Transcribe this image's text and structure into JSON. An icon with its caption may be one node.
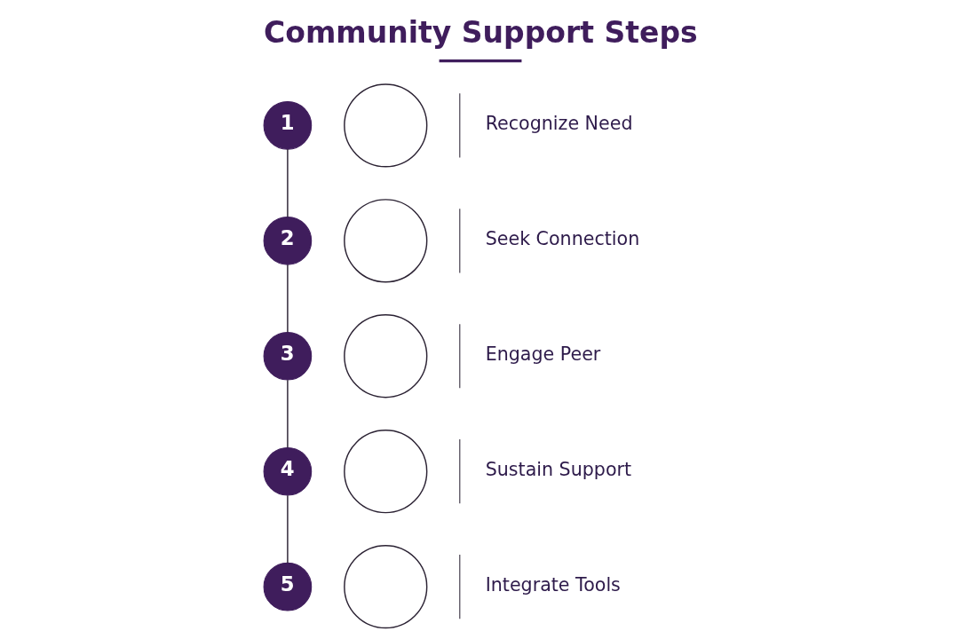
{
  "diagram": {
    "title": "Community Support Steps",
    "nodes": [
      {
        "text": [
          "1"
        ]
      },
      {
        "text": [],
        "shape": "circle",
        "beside": [
          "Recognize Need"
        ]
      },
      {
        "text": [
          "2"
        ]
      },
      {
        "text": [],
        "shape": "circle",
        "beside": [
          "Seek Connection"
        ]
      },
      {
        "text": [
          "3"
        ]
      },
      {
        "text": [],
        "shape": "circle",
        "beside": [
          "Engage Peer"
        ]
      },
      {
        "text": [
          "4"
        ]
      },
      {
        "text": [],
        "shape": "circle",
        "beside": [
          "Sustain Support"
        ]
      },
      {
        "text": [
          "5"
        ]
      },
      {
        "text": [],
        "shape": "circle",
        "beside": [
          "Integrate Tools"
        ]
      }
    ],
    "edges": [
      {
        "from": 0,
        "to": 2,
        "arrow": "none"
      },
      {
        "from": 2,
        "to": 4,
        "arrow": "none"
      },
      {
        "from": 4,
        "to": 6,
        "arrow": "none"
      },
      {
        "from": 6,
        "to": 8,
        "arrow": "none"
      }
    ]
  }
}
